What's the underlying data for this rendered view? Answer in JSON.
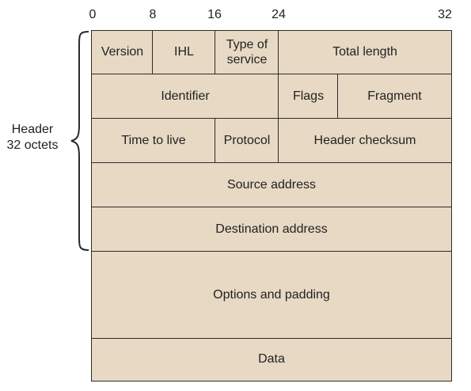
{
  "bit_scale": [
    "0",
    "8",
    "16",
    "24",
    "32"
  ],
  "header_label": {
    "line1": "Header",
    "line2": "32 octets"
  },
  "rows": {
    "row1": {
      "version": "Version",
      "ihl": "IHL",
      "tos_line1": "Type of",
      "tos_line2": "service",
      "total_length": "Total length"
    },
    "row2": {
      "identifier": "Identifier",
      "flags": "Flags",
      "fragment": "Fragment"
    },
    "row3": {
      "ttl": "Time to live",
      "protocol": "Protocol",
      "checksum": "Header checksum"
    },
    "row4": {
      "source": "Source address"
    },
    "row5": {
      "destination": "Destination address"
    },
    "row6": {
      "options": "Options and padding"
    },
    "row7": {
      "data": "Data"
    }
  },
  "colors": {
    "cell_fill": "#e8d9c4",
    "stroke": "#2b2b2b"
  }
}
